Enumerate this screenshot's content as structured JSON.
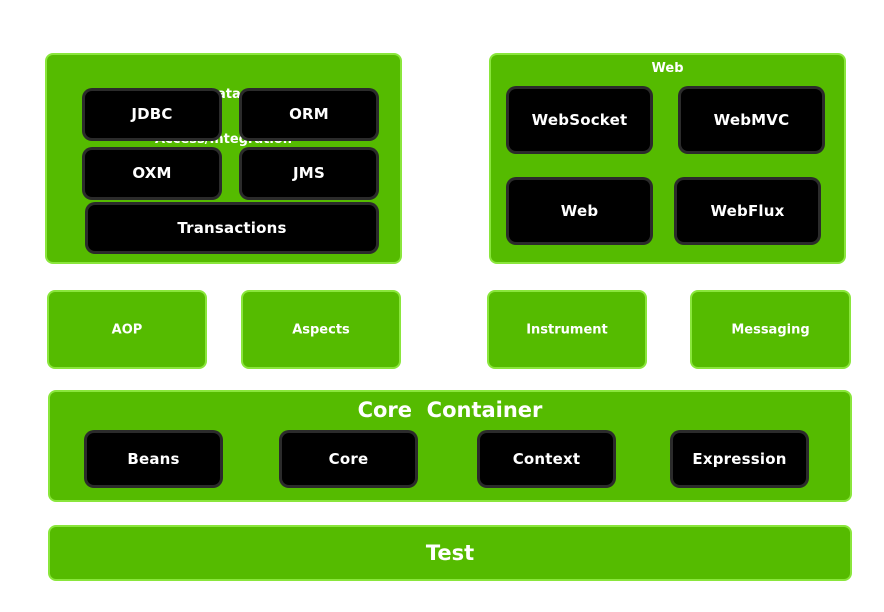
{
  "diagram": {
    "colors": {
      "panel_green": "#55bb00",
      "panel_border_green": "#8ae63c",
      "module_black": "#000000",
      "module_border": "#2b2b2b",
      "label_white": "#ffffff",
      "background": "#ffffff"
    },
    "panels": {
      "data_access": {
        "title": "Data\nAccess/Integration",
        "title_line1": "Data",
        "title_line2": "Access/Integration",
        "modules": [
          {
            "label": "JDBC"
          },
          {
            "label": "ORM"
          },
          {
            "label": "OXM"
          },
          {
            "label": "JMS"
          },
          {
            "label": "Transactions"
          }
        ]
      },
      "web": {
        "title": "Web",
        "modules": [
          {
            "label": "WebSocket"
          },
          {
            "label": "WebMVC"
          },
          {
            "label": "Web"
          },
          {
            "label": "WebFlux"
          }
        ]
      },
      "core_container": {
        "title": "Core  Container",
        "modules": [
          {
            "label": "Beans"
          },
          {
            "label": "Core"
          },
          {
            "label": "Context"
          },
          {
            "label": "Expression"
          }
        ]
      },
      "test": {
        "title": "Test"
      }
    },
    "standalone_modules": [
      {
        "label": "AOP"
      },
      {
        "label": "Aspects"
      },
      {
        "label": "Instrument"
      },
      {
        "label": "Messaging"
      }
    ]
  }
}
